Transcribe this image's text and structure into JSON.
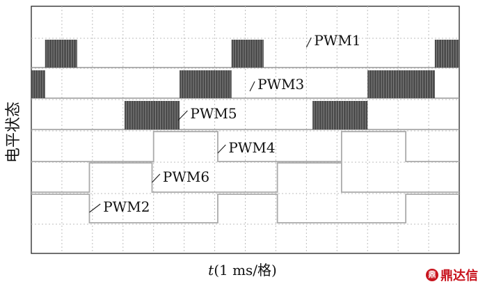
{
  "chart_data": {
    "type": "line",
    "title": "",
    "xlabel_italic": "t",
    "xlabel_rest": "(1 ms/格)",
    "ylabel": "电平状态",
    "xlim": [
      0,
      14
    ],
    "grid": true,
    "tick_positions": [
      1,
      2,
      3,
      4,
      5,
      6,
      7,
      8,
      9,
      10,
      11,
      12,
      13
    ],
    "channels": [
      {
        "name": "PWM1",
        "type": "pwm",
        "intervals": [
          [
            0.45,
            1.5
          ],
          [
            6.55,
            7.6
          ],
          [
            13.2,
            14
          ]
        ],
        "label_t": 9.25,
        "leader_from_t": 9.0
      },
      {
        "name": "PWM3",
        "type": "pwm",
        "intervals": [
          [
            0,
            0.45
          ],
          [
            4.85,
            6.55
          ],
          [
            11.0,
            13.2
          ]
        ],
        "label_t": 7.4,
        "leader_from_t": 7.15
      },
      {
        "name": "PWM5",
        "type": "pwm",
        "intervals": [
          [
            3.05,
            4.85
          ],
          [
            9.2,
            11.0
          ]
        ],
        "label_t": 5.2,
        "leader_from_t": 4.8
      },
      {
        "name": "PWM4",
        "type": "square",
        "edges": [
          [
            4.0,
            6.1
          ],
          [
            10.15,
            12.25
          ]
        ],
        "label_t": 6.45,
        "leader_from_t": 6.1
      },
      {
        "name": "PWM6",
        "type": "square",
        "edges": [
          [
            1.9,
            3.95
          ],
          [
            8.05,
            10.15
          ]
        ],
        "label_t": 4.3,
        "leader_from_t": 3.95
      },
      {
        "name": "PWM2",
        "type": "square",
        "edges": [
          [
            0,
            1.9
          ],
          [
            6.1,
            8.05
          ],
          [
            12.25,
            14
          ]
        ],
        "label_t": 2.35,
        "leader_from_t": 1.9
      }
    ]
  },
  "watermark": {
    "icon": "鼎",
    "text": "鼎达信"
  }
}
